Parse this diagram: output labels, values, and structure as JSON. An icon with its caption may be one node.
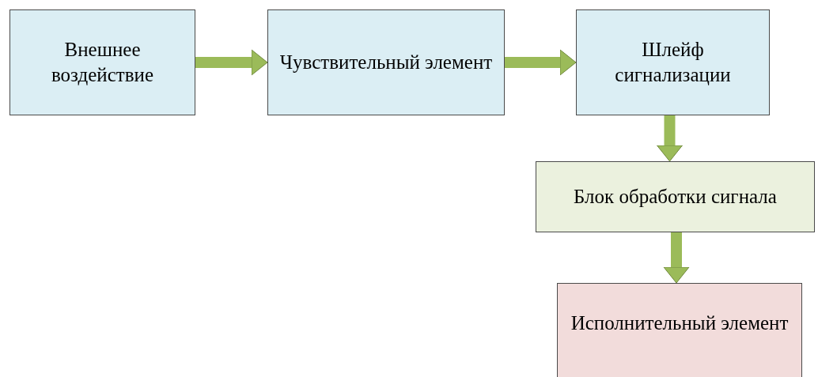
{
  "diagram": {
    "nodes": [
      {
        "text": [
          "Внешнее воздействие"
        ]
      },
      {
        "text": [
          "Чувствительный элемент"
        ]
      },
      {
        "text": [
          "Шлейф сигнализации"
        ]
      },
      {
        "text": [
          "Блок обработки сигнала"
        ]
      },
      {
        "text": [
          "Исполнительный элемент"
        ]
      }
    ],
    "edges": [
      {
        "from": 0,
        "to": 1,
        "arrow": "to"
      },
      {
        "from": 1,
        "to": 2,
        "arrow": "to"
      },
      {
        "from": 2,
        "to": 3,
        "arrow": "to"
      },
      {
        "from": 3,
        "to": 4,
        "arrow": "to"
      }
    ]
  }
}
